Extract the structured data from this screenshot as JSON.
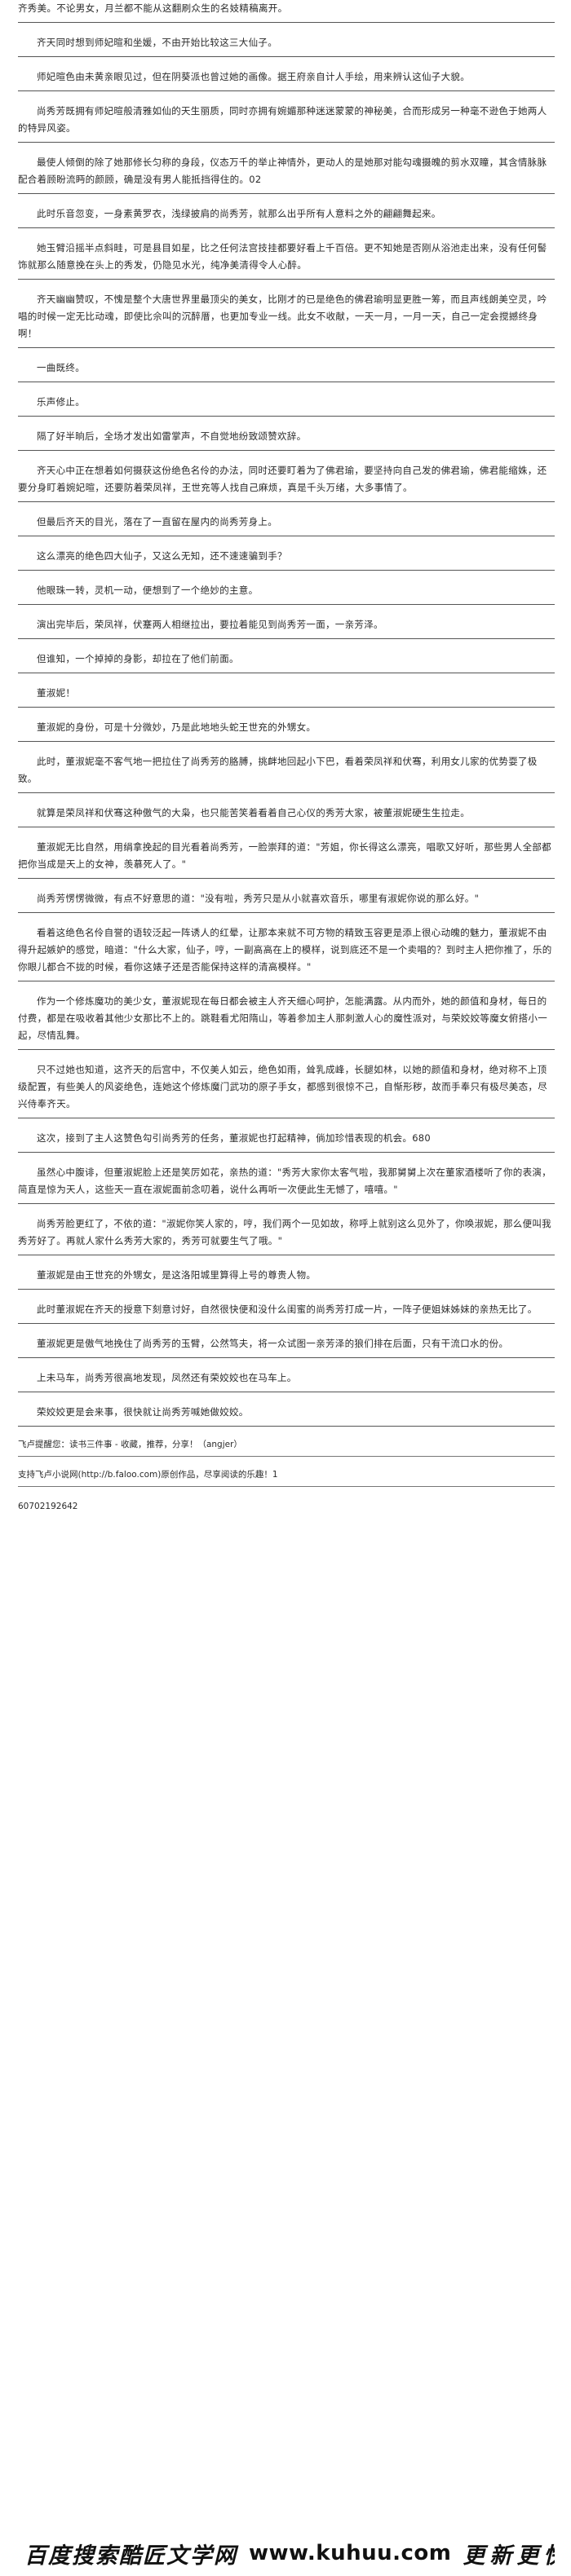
{
  "paragraphs": [
    "齐秀美。不论男女，月兰都不能从这翻刷众生的名妓精稿离开。",
    "齐天同时想到师妃暄和坐媛，不由开始比较这三大仙子。",
    "师妃暄色由未黄亲眼见过，但在阴葵派也曾过她的画像。据王府亲自计人手绘，用来辨认这仙子大貌。",
    "尚秀芳既拥有师妃暄般清雅如仙的天生丽质，同时亦拥有婉媚那种迷迷蒙蒙的神秘美，合而形成另一种毫不逊色于她两人的特异风姿。",
    "最使人倾倒的除了她那修长匀称的身段，仪态万千的举止神情外，更动人的是她那对能勾魂摄魄的剪水双瞳，其含情脉脉配合着顾盼流眄的颜顾，确是没有男人能抵挡得住的。02",
    "此时乐音忽变，一身素黄罗衣，浅绿披肩的尚秀芳，就那么出乎所有人意料之外的翩翩舞起来。",
    "她玉臂沿摇半点斜畦，可是县目如星，比之任何法宫技挂都要好看上千百倍。更不知她是否刚从浴池走出来，没有任何髻饰就那么随意挽在头上的秀发，仍隐见水光，纯净美清得令人心醉。",
    "齐天幽幽赞叹，不愧是整个大唐世界里最顶尖的美女，比刚才的已是绝色的佛君瑜明显更胜一筹，而且声线朗美空灵，吟唱的时候一定无比动魂，即使比佘叫的沉醉厝，也更加专业一线。此女不收献，一天一月，一月一天，自己一定会搅撼终身啊！",
    "一曲既终。",
    "乐声修止。",
    "隔了好半晌后，全场才发出如雷掌声，不自觉地纷致颂赞欢辞。",
    "齐天心中正在想着如何摄获这份绝色名伶的办法，同时还要盯着为了佛君瑜，要坚持向自己发的佛君瑜，佛君能缩姝，还要分身盯着婉妃暄，还要防着荣凤祥，王世充等人找自己麻烦，真是千头万绪，大多事情了。",
    "但最后齐天的目光，落在了一直留在屋内的尚秀芳身上。",
    "这么漂亮的绝色四大仙子，又这么无知，还不速速骗到手？",
    "他眼珠一转，灵机一动，便想到了一个绝妙的主意。",
    "演出完毕后，荣凤祥，伏蹇两人相继拉出，要拉着能见到尚秀芳一面，一亲芳泽。",
    "但谁知，一个掉掉的身影，却拉在了他们前面。",
    "董淑妮！",
    "董淑妮的身份，可是十分微妙，乃是此地地头蛇王世充的外甥女。",
    "此时，董淑妮毫不客气地一把拉住了尚秀芳的胳膊，挑衅地回起小下巴，看着荣凤祥和伏骞，利用女儿家的优势耍了极致。",
    "就算是荣凤祥和伏骞这种傲气的大枭，也只能苦笑着看着自己心仪的秀芳大家，被董淑妮硬生生拉走。",
    "董淑妮无比自然，用绢拿挽起的目光看着尚秀芳，一脸崇拜的道：\"芳姐，你长得这么漂亮，唱歌又好听，那些男人全部都把你当成是天上的女神，羡慕死人了。\"",
    "尚秀芳愣愣微微，有点不好意思的道：\"没有啦，秀芳只是从小就喜欢音乐，哪里有淑妮你说的那么好。\"",
    "看着这绝色名伶自誉的语较泛起一阵诱人的红晕，让那本来就不可方物的精致玉容更是添上很心动魄的魅力，董淑妮不由得升起嫉妒的感觉，暗道：\"什么大家，仙子，哼，一副高高在上的模样，说到底还不是一个卖唱的？到时主人把你推了，乐的你眼儿都合不拢的时候，看你这婊子还是否能保持这样的清高模样。\"",
    "作为一个修炼魔功的美少女，董淑妮现在每日都会被主人齐天细心呵护，怎能满露。从内而外，她的颜值和身材，每日的付费，都是在吸收着其他少女那比不上的。跳鞋看尤阳隋山，等着参加主人那刺激人心的魔性派对，与荣姣姣等魔女俯搭小一起，尽情乱舞。",
    "只不过她也知道，这齐天的后宫中，不仅美人如云，绝色如雨，耸乳成峰，长腿如林，以她的颜值和身材，绝对称不上顶级配置，有些美人的风姿绝色，连她这个修炼魔门武功的原子手女，都感到很惊不己，自惭形秽，故而手奉只有极尽美态，尽兴侍奉齐天。",
    "这次，接到了主人这赞色勾引尚秀芳的任务，董淑妮也打起精神，倘加珍惜表现的机会。680",
    "虽然心中腹诽，但董淑妮脸上还是笑厉如花，亲热的道：\"秀芳大家你太客气啦，我那舅舅上次在董家酒楼听了你的表演，简直是惊为天人，这些天一直在淑妮面前念叨着，说什么再听一次便此生无憾了，嘻嘻。\"",
    "尚秀芳脸更红了，不依的道：\"淑妮你笑人家的，哼，我们两个一见如故，称呼上就别这么见外了，你唤淑妮，那么便叫我秀芳好了。再就人家什么秀芳大家的，秀芳可就要生气了哦。\"",
    "董淑妮是由王世充的外甥女，是这洛阳城里算得上号的尊贵人物。",
    "此时董淑妮在齐天的授意下刻意讨好，自然很快便和没什么闺蜜的尚秀芳打成一片，一阵子便姐妹姊妹的亲热无比了。",
    "董淑妮更是傲气地挽住了尚秀芳的玉臂，公然笃夫，将一众试图一亲芳泽的狼们排在后面，只有干流口水的份。",
    "上未马车，尚秀芳很高地发现，凤然还有荣姣姣也在马车上。",
    "荣姣姣更是会来事，很快就让尚秀芳喊她做姣姣。"
  ],
  "notes": [
    "飞卢提醒您：读书三件事 - 收藏，推荐，分享！（angjer）",
    "支持飞卢小说网(http://b.faloo.com)原创作品，尽享阅读的乐趣！1",
    "60702192642"
  ],
  "footer": {
    "left": "百度搜索",
    "brand": "酷匠文学网",
    "domain": "www.kuhuu.com",
    "right": "更新更快"
  }
}
